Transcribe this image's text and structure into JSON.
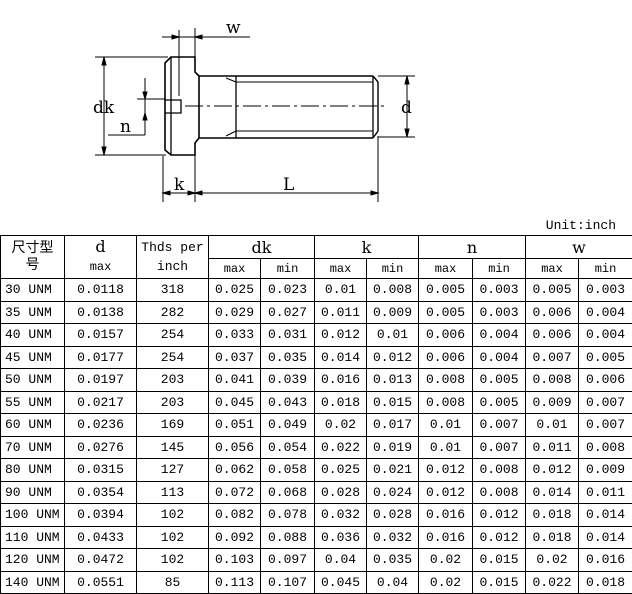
{
  "drawing": {
    "labels": {
      "w": "w",
      "dk": "dk",
      "n": "n",
      "d": "d",
      "k": "k",
      "L": "L"
    }
  },
  "unit_label": "Unit:inch",
  "table": {
    "headers": {
      "size": "尺寸型号",
      "size_line1": "尺寸型",
      "size_line2": "号",
      "d": "d",
      "d_sub": "max",
      "thds_line1": "Thds per",
      "thds_line2": "inch",
      "dk": "dk",
      "k": "k",
      "n": "n",
      "w": "w",
      "max": "max",
      "min": "min"
    },
    "rows": [
      {
        "size": "30 UNM",
        "d_max": "0.0118",
        "thds": "318",
        "dk_max": "0.025",
        "dk_min": "0.023",
        "k_max": "0.01",
        "k_min": "0.008",
        "n_max": "0.005",
        "n_min": "0.003",
        "w_max": "0.005",
        "w_min": "0.003"
      },
      {
        "size": "35 UNM",
        "d_max": "0.0138",
        "thds": "282",
        "dk_max": "0.029",
        "dk_min": "0.027",
        "k_max": "0.011",
        "k_min": "0.009",
        "n_max": "0.005",
        "n_min": "0.003",
        "w_max": "0.006",
        "w_min": "0.004"
      },
      {
        "size": "40 UNM",
        "d_max": "0.0157",
        "thds": "254",
        "dk_max": "0.033",
        "dk_min": "0.031",
        "k_max": "0.012",
        "k_min": "0.01",
        "n_max": "0.006",
        "n_min": "0.004",
        "w_max": "0.006",
        "w_min": "0.004"
      },
      {
        "size": "45 UNM",
        "d_max": "0.0177",
        "thds": "254",
        "dk_max": "0.037",
        "dk_min": "0.035",
        "k_max": "0.014",
        "k_min": "0.012",
        "n_max": "0.006",
        "n_min": "0.004",
        "w_max": "0.007",
        "w_min": "0.005"
      },
      {
        "size": "50 UNM",
        "d_max": "0.0197",
        "thds": "203",
        "dk_max": "0.041",
        "dk_min": "0.039",
        "k_max": "0.016",
        "k_min": "0.013",
        "n_max": "0.008",
        "n_min": "0.005",
        "w_max": "0.008",
        "w_min": "0.006"
      },
      {
        "size": "55 UNM",
        "d_max": "0.0217",
        "thds": "203",
        "dk_max": "0.045",
        "dk_min": "0.043",
        "k_max": "0.018",
        "k_min": "0.015",
        "n_max": "0.008",
        "n_min": "0.005",
        "w_max": "0.009",
        "w_min": "0.007"
      },
      {
        "size": "60 UNM",
        "d_max": "0.0236",
        "thds": "169",
        "dk_max": "0.051",
        "dk_min": "0.049",
        "k_max": "0.02",
        "k_min": "0.017",
        "n_max": "0.01",
        "n_min": "0.007",
        "w_max": "0.01",
        "w_min": "0.007"
      },
      {
        "size": "70 UNM",
        "d_max": "0.0276",
        "thds": "145",
        "dk_max": "0.056",
        "dk_min": "0.054",
        "k_max": "0.022",
        "k_min": "0.019",
        "n_max": "0.01",
        "n_min": "0.007",
        "w_max": "0.011",
        "w_min": "0.008"
      },
      {
        "size": "80 UNM",
        "d_max": "0.0315",
        "thds": "127",
        "dk_max": "0.062",
        "dk_min": "0.058",
        "k_max": "0.025",
        "k_min": "0.021",
        "n_max": "0.012",
        "n_min": "0.008",
        "w_max": "0.012",
        "w_min": "0.009"
      },
      {
        "size": "90 UNM",
        "d_max": "0.0354",
        "thds": "113",
        "dk_max": "0.072",
        "dk_min": "0.068",
        "k_max": "0.028",
        "k_min": "0.024",
        "n_max": "0.012",
        "n_min": "0.008",
        "w_max": "0.014",
        "w_min": "0.011"
      },
      {
        "size": "100 UNM",
        "d_max": "0.0394",
        "thds": "102",
        "dk_max": "0.082",
        "dk_min": "0.078",
        "k_max": "0.032",
        "k_min": "0.028",
        "n_max": "0.016",
        "n_min": "0.012",
        "w_max": "0.018",
        "w_min": "0.014"
      },
      {
        "size": "110 UNM",
        "d_max": "0.0433",
        "thds": "102",
        "dk_max": "0.092",
        "dk_min": "0.088",
        "k_max": "0.036",
        "k_min": "0.032",
        "n_max": "0.016",
        "n_min": "0.012",
        "w_max": "0.018",
        "w_min": "0.014"
      },
      {
        "size": "120 UNM",
        "d_max": "0.0472",
        "thds": "102",
        "dk_max": "0.103",
        "dk_min": "0.097",
        "k_max": "0.04",
        "k_min": "0.035",
        "n_max": "0.02",
        "n_min": "0.015",
        "w_max": "0.02",
        "w_min": "0.016"
      },
      {
        "size": "140 UNM",
        "d_max": "0.0551",
        "thds": "85",
        "dk_max": "0.113",
        "dk_min": "0.107",
        "k_max": "0.045",
        "k_min": "0.04",
        "n_max": "0.02",
        "n_min": "0.015",
        "w_max": "0.022",
        "w_min": "0.018"
      }
    ]
  }
}
